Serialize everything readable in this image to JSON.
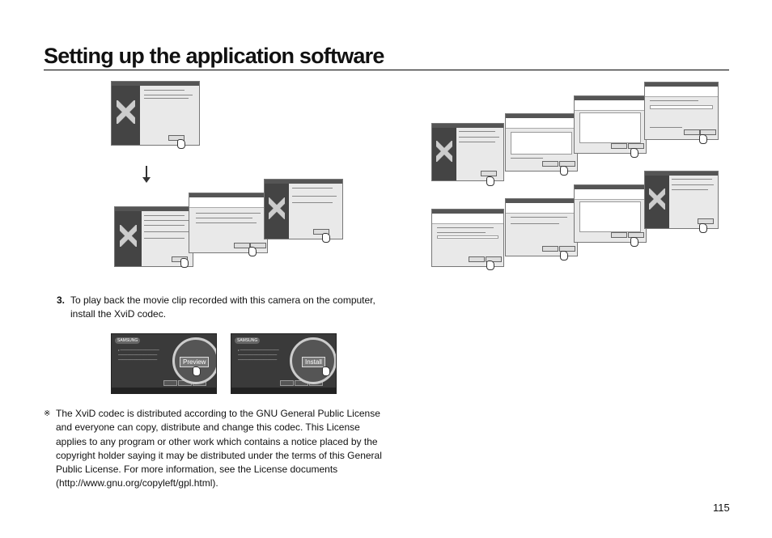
{
  "page": {
    "title": "Setting up the application software",
    "page_number": "115"
  },
  "step3": {
    "number": "3.",
    "text": "To play back the movie clip recorded with this camera on the computer, install the XviD codec."
  },
  "note": {
    "mark": "※",
    "text": "The XviD codec is distributed according to the GNU General Public License and everyone can copy, distribute and change this codec. This License applies to any program or other work which contains a notice placed by the copyright holder saying it may be distributed under the terms of this General Public License. For more information, see the License documents (http://www.gnu.org/copyleft/gpl.html)."
  },
  "installer": {
    "brand": "SAMSUNG",
    "left_button": "Preview",
    "right_button": "Install"
  },
  "colors": {
    "rule": "#000000",
    "installer_bg": "#3a3a3a"
  }
}
